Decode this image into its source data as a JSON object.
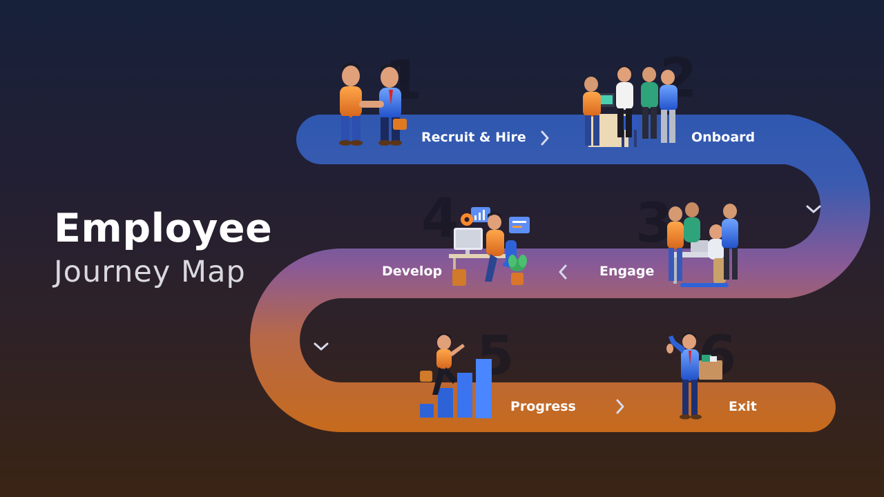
{
  "title": {
    "line1": "Employee",
    "line2": "Journey Map"
  },
  "steps": [
    {
      "number": "1",
      "label": "Recruit & Hire",
      "icon": "handshake-illustration"
    },
    {
      "number": "2",
      "label": "Onboard",
      "icon": "onboarding-team-illustration"
    },
    {
      "number": "3",
      "label": "Engage",
      "icon": "team-meeting-illustration"
    },
    {
      "number": "4",
      "label": "Develop",
      "icon": "developer-desk-illustration"
    },
    {
      "number": "5",
      "label": "Progress",
      "icon": "climbing-bars-illustration"
    },
    {
      "number": "6",
      "label": "Exit",
      "icon": "farewell-box-illustration"
    }
  ],
  "colors": {
    "road_top": "#2f58b0",
    "road_middle": "#8a5a96",
    "road_bottom": "#c66a1c",
    "arrow": "#d7dbef"
  }
}
